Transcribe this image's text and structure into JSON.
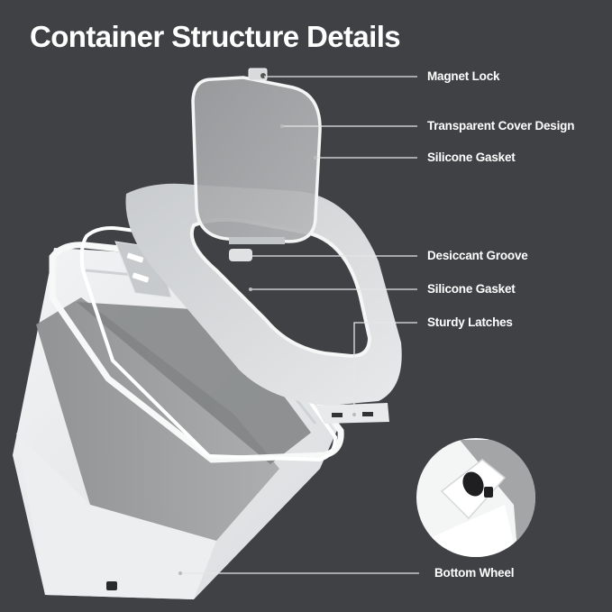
{
  "title": "Container Structure Details",
  "callouts": [
    {
      "id": "magnet-lock",
      "label": "Magnet Lock"
    },
    {
      "id": "transparent-cover",
      "label": "Transparent Cover Design"
    },
    {
      "id": "silicone-gasket-lid",
      "label": "Silicone Gasket"
    },
    {
      "id": "desiccant-groove",
      "label": "Desiccant Groove"
    },
    {
      "id": "silicone-gasket-ring",
      "label": "Silicone Gasket"
    },
    {
      "id": "sturdy-latches",
      "label": "Sturdy Latches"
    },
    {
      "id": "bottom-wheel",
      "label": "Bottom Wheel"
    }
  ],
  "colors": {
    "background": "#404145",
    "text": "#ffffff",
    "leader_line": "#e6e6e6",
    "product_white": "#eef0f1",
    "product_gray": "#9a9c9e"
  }
}
